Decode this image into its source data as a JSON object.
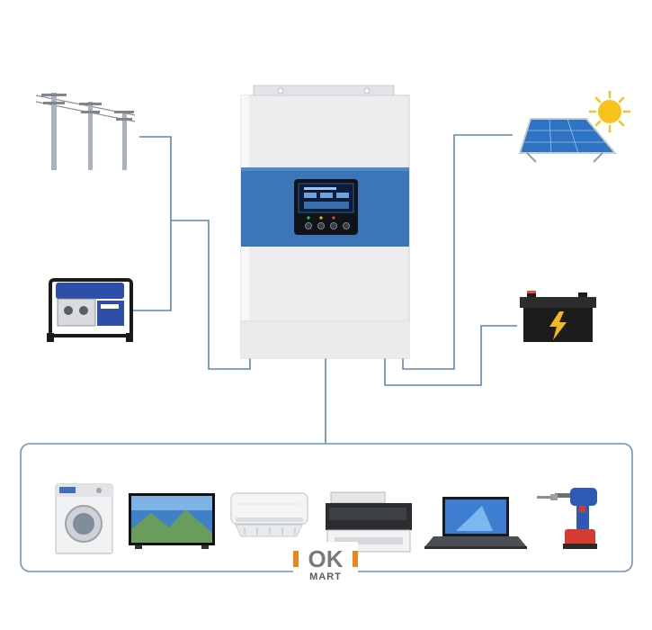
{
  "logo": {
    "main": "OK",
    "sub": "MART"
  },
  "colors": {
    "wire": "#5b87b8",
    "load_frame": "#6f93bf",
    "inverter_body": "#ecedef",
    "inverter_band": "#3d76b8",
    "lcd": "#0b1d3a",
    "solar_panel": "#2f74c4",
    "sun": "#f6c21c",
    "battery": "#1c1c1c",
    "battery_bolt": "#f4b81c",
    "generator": "#2d4fa8",
    "logo_orange": "#e6881f"
  },
  "icons": {
    "inverter": "solar-hybrid-inverter",
    "grid": "power-pole-icon",
    "generator": "generator-icon",
    "solar": "solar-panel-icon",
    "sun": "sun-icon",
    "battery": "battery-icon",
    "loads": [
      "washing-machine-icon",
      "television-icon",
      "air-conditioner-icon",
      "printer-icon",
      "laptop-icon",
      "power-drill-icon"
    ]
  }
}
